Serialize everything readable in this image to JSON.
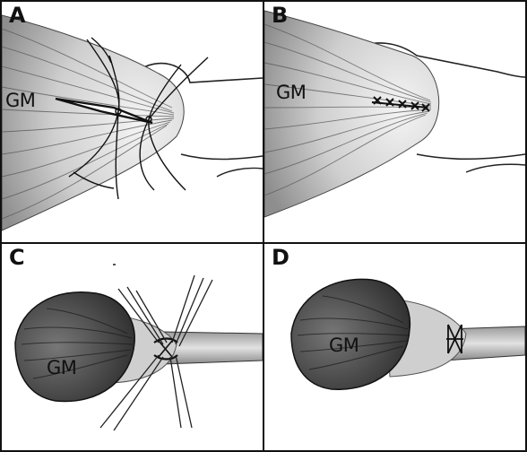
{
  "panels": [
    {
      "letter": "A",
      "label": "GM"
    },
    {
      "letter": "B",
      "label": "GM"
    },
    {
      "letter": "C",
      "label": "GM"
    },
    {
      "letter": "D",
      "label": "GM"
    }
  ],
  "colors": {
    "border": "#111111",
    "muscle_gradient_dark": "#9a9a9a",
    "muscle_gradient_light": "#f2f2f2",
    "muscle_dark": "#2b2b2b",
    "bone": "#d8d8d8"
  },
  "icons": [
    "suture-thread-icon",
    "incision-icon",
    "stitch-row-icon",
    "tendon-stitch-icon"
  ]
}
